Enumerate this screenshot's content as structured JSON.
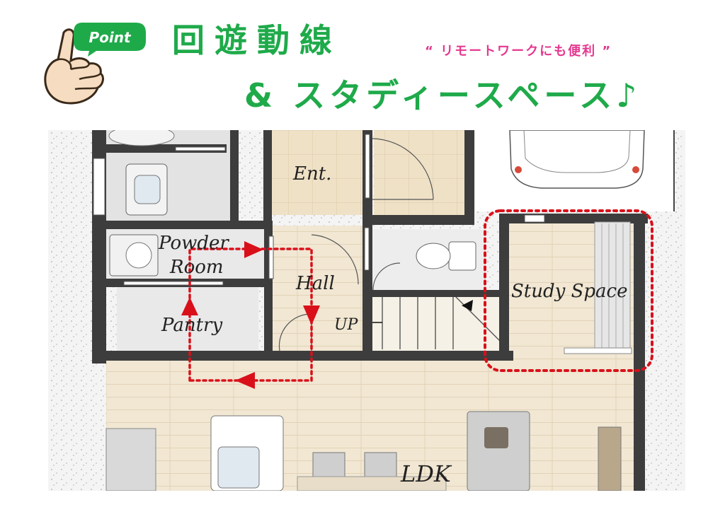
{
  "header": {
    "badge": "Point",
    "title": "回遊動線",
    "subtitle": "“ リモートワークにも便利 ”",
    "title_line2": "& スタディースペース♪"
  },
  "rooms": {
    "ent": "Ent.",
    "powder_line1": "Powder",
    "powder_line2": "Room",
    "hall": "Hall",
    "pantry": "Pantry",
    "up": "UP",
    "study": "Study Space",
    "ldk": "LDK"
  },
  "colors": {
    "title_green": "#1faa4a",
    "subtitle_pink": "#e5378f",
    "route_red": "#d9101a",
    "wall": "#3d3d3d",
    "floor_wood": "#f1e7d3"
  }
}
